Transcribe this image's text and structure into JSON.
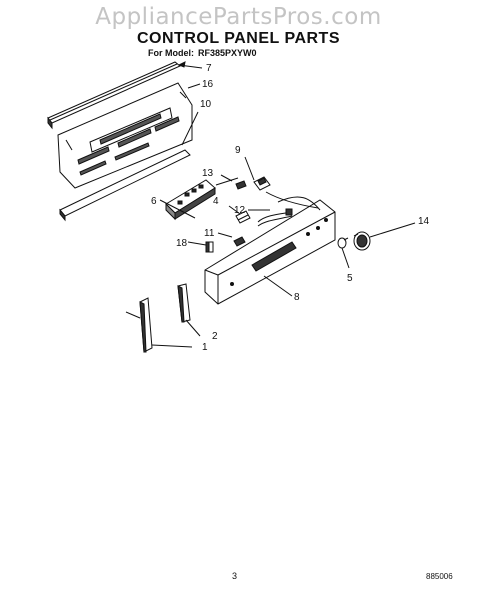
{
  "watermark": "AppliancePartsPros.com",
  "title": "CONTROL PANEL PARTS",
  "model_label": "For Model:",
  "model_number": "RF385PXYW0",
  "page_number": "3",
  "doc_code": "885006",
  "callouts": {
    "c1": "1",
    "c2": "2",
    "c4": "4",
    "c5": "5",
    "c6": "6",
    "c7": "7",
    "c8": "8",
    "c9": "9",
    "c10": "10",
    "c11": "11",
    "c12": "12",
    "c13": "13",
    "c14": "14",
    "c16": "16",
    "c18": "18"
  }
}
